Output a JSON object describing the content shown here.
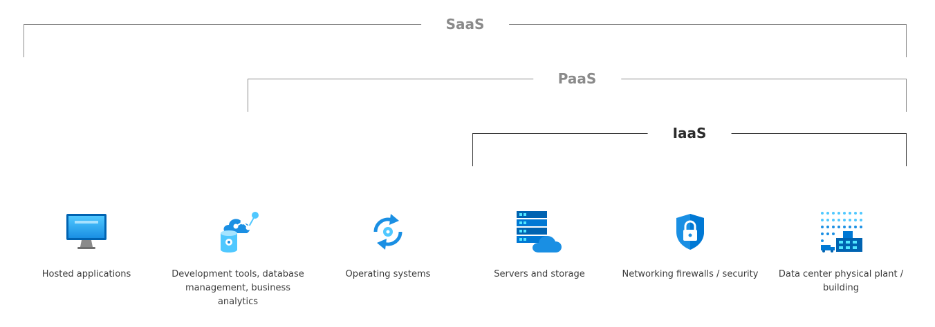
{
  "layers": {
    "saas": "SaaS",
    "paas": "PaaS",
    "iaas": "IaaS"
  },
  "items": [
    {
      "label": "Hosted applications",
      "icon": "monitor-icon"
    },
    {
      "label": "Development tools, database management, business analytics",
      "icon": "dev-tools-database-icon"
    },
    {
      "label": "Operating systems",
      "icon": "operating-system-refresh-icon"
    },
    {
      "label": "Servers and storage",
      "icon": "server-cloud-icon"
    },
    {
      "label": "Networking firewalls / security",
      "icon": "shield-lock-icon"
    },
    {
      "label": "Data center physical plant / building",
      "icon": "datacenter-building-icon"
    }
  ],
  "colors": {
    "bracket_light": "#8a8a8a",
    "bracket_dark": "#3a3a3a",
    "azure_blue": "#0078d4",
    "light_blue": "#50e6ff"
  }
}
